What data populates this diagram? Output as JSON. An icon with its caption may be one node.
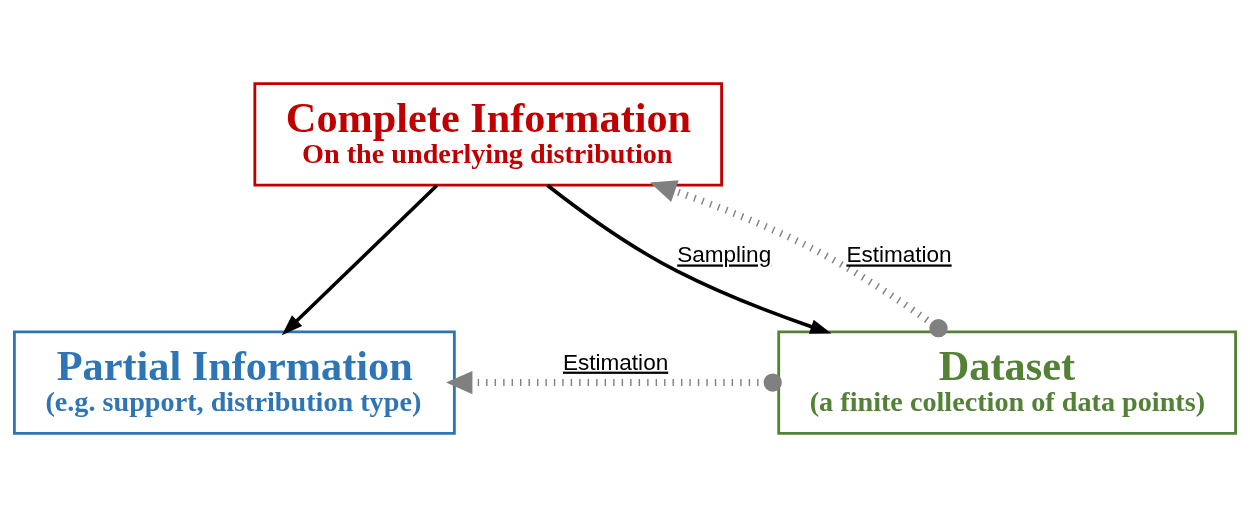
{
  "diagram": {
    "nodes": [
      {
        "text": [
          "Complete Information",
          "On the underlying distribution"
        ]
      },
      {
        "text": [
          "Partial Information",
          "(e.g. support, distribution type)"
        ]
      },
      {
        "text": [
          "Dataset",
          "(a finite collection of data points)"
        ]
      }
    ],
    "edges": [
      {
        "from": 0,
        "to": 1,
        "arrow": "to"
      },
      {
        "from": 0,
        "to": 2,
        "arrow": "to",
        "label": "Sampling"
      },
      {
        "from": 2,
        "to": 0,
        "arrow": "to",
        "label": "Estimation",
        "style": "dashed",
        "color": "#808080"
      },
      {
        "from": 2,
        "to": 1,
        "arrow": "to",
        "label": "Estimation",
        "style": "dashed",
        "color": "#808080"
      }
    ]
  }
}
